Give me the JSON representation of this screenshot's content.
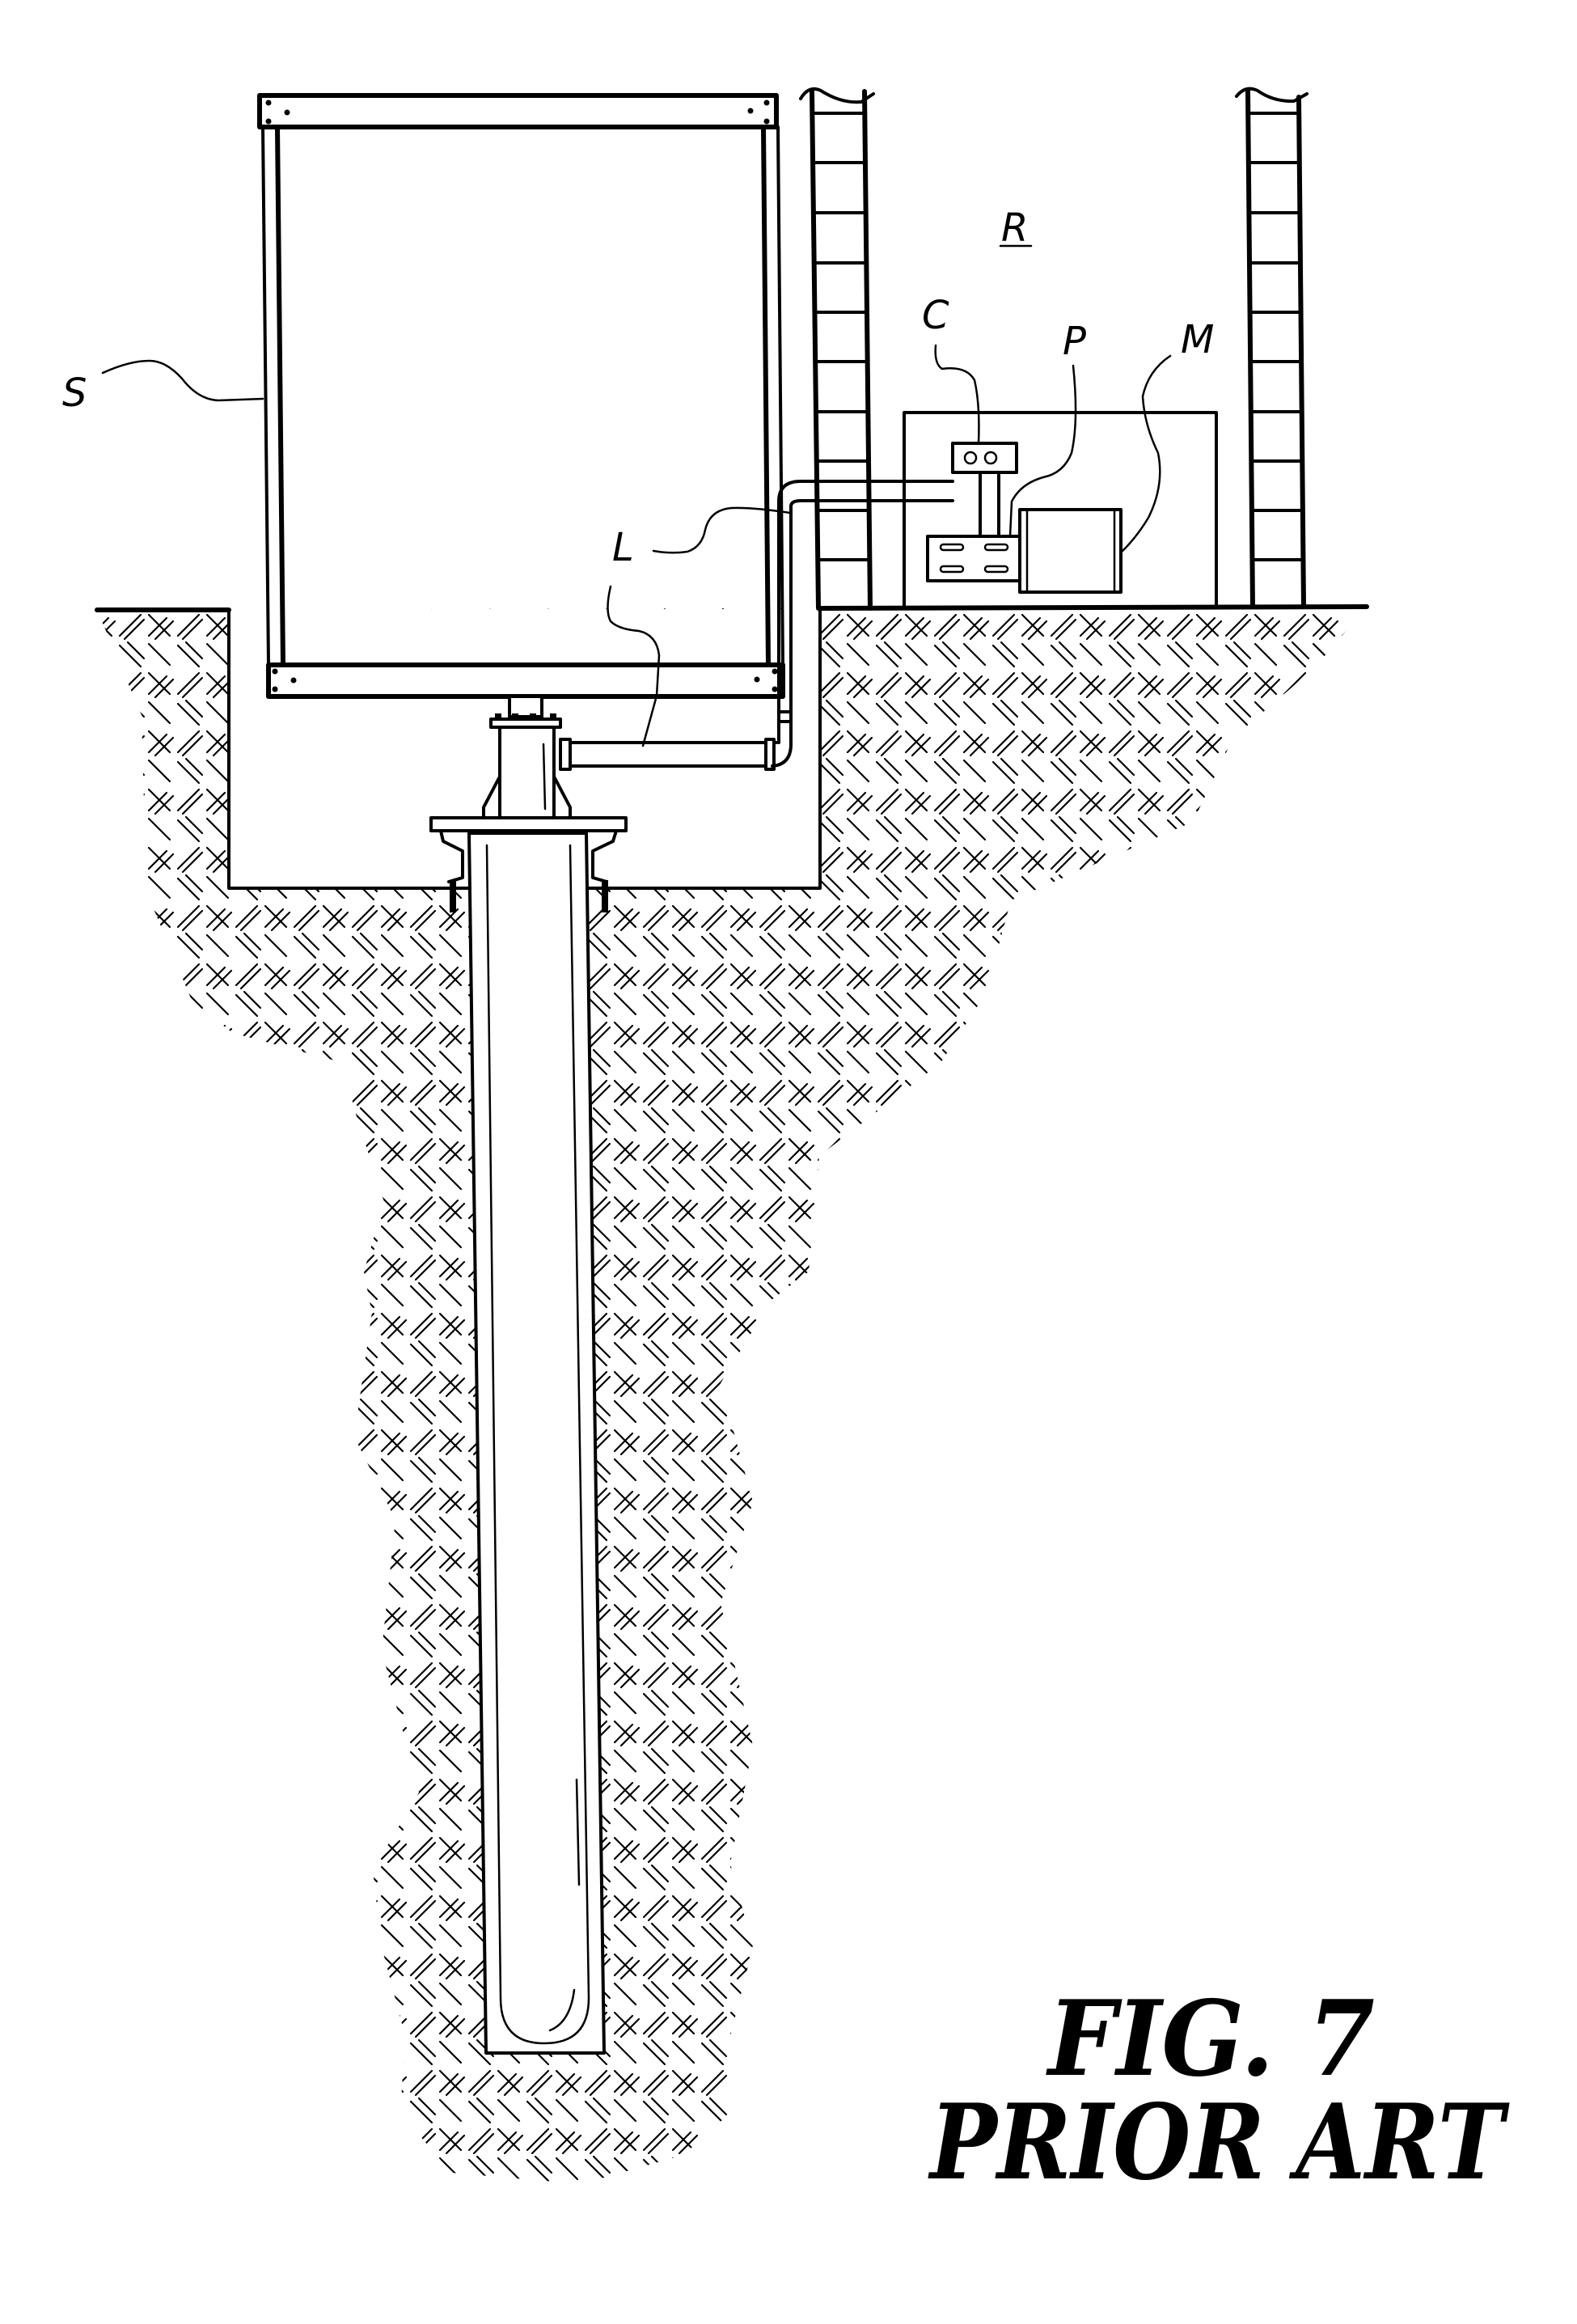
{
  "figure": {
    "caption_line1": "FIG.  7",
    "caption_line2": "PRIOR  ART",
    "colors": {
      "ink": "#000000",
      "paper": "#ffffff"
    }
  },
  "labels": {
    "sign": "S",
    "room": "R",
    "controller": "C",
    "pump": "P",
    "motor": "M",
    "line": "L"
  },
  "components": [
    {
      "id": "sign",
      "label": "S",
      "description": "Sign panel with top and bottom rails"
    },
    {
      "id": "room",
      "label": "R",
      "description": "Equipment room between brick walls"
    },
    {
      "id": "controller",
      "label": "C",
      "description": "Control box with two indicators"
    },
    {
      "id": "pump",
      "label": "P",
      "description": "Pump"
    },
    {
      "id": "motor",
      "label": "M",
      "description": "Motor"
    },
    {
      "id": "line",
      "label": "L",
      "description": "Fluid line from pump to cylinder"
    }
  ]
}
